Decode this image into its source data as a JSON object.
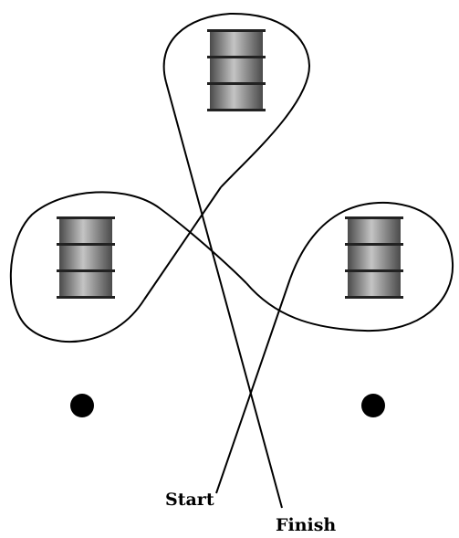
{
  "labels": {
    "start": "Start",
    "finish": "Finish"
  },
  "barrels": [
    {
      "id": "barrel-top"
    },
    {
      "id": "barrel-left"
    },
    {
      "id": "barrel-right"
    }
  ],
  "markers": [
    {
      "id": "left-dot"
    },
    {
      "id": "right-dot"
    }
  ],
  "colors": {
    "line": "#000000",
    "barrel_dark": "#4a4a4a",
    "barrel_light": "#c4c4c4",
    "dot": "#000000",
    "background": "#ffffff"
  }
}
